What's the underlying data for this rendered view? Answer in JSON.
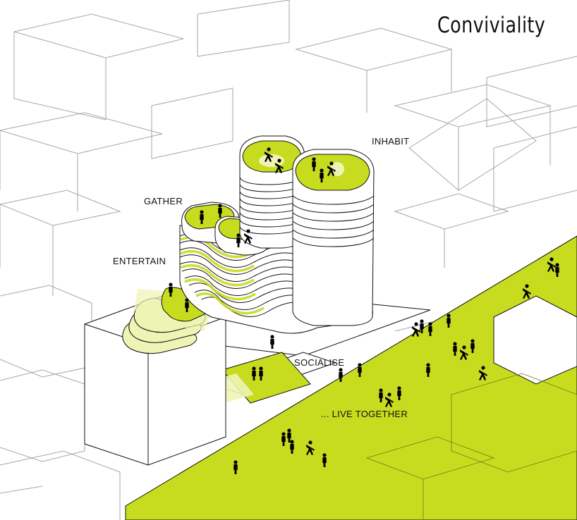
{
  "title": "Conviviality",
  "labels": {
    "inhabit": "INHABIT",
    "gather": "GATHER",
    "entertain": "ENTERTAIN",
    "socialise": "SOCIALISE",
    "live_together": "... LIVE TOGETHER"
  },
  "colors": {
    "accent": "#c8dc1f",
    "accent_pale": "#eef4b4",
    "line": "#111111",
    "context_line": "#9a9a9a",
    "figure": "#000000"
  },
  "icons": [
    "person-figure-icon"
  ]
}
